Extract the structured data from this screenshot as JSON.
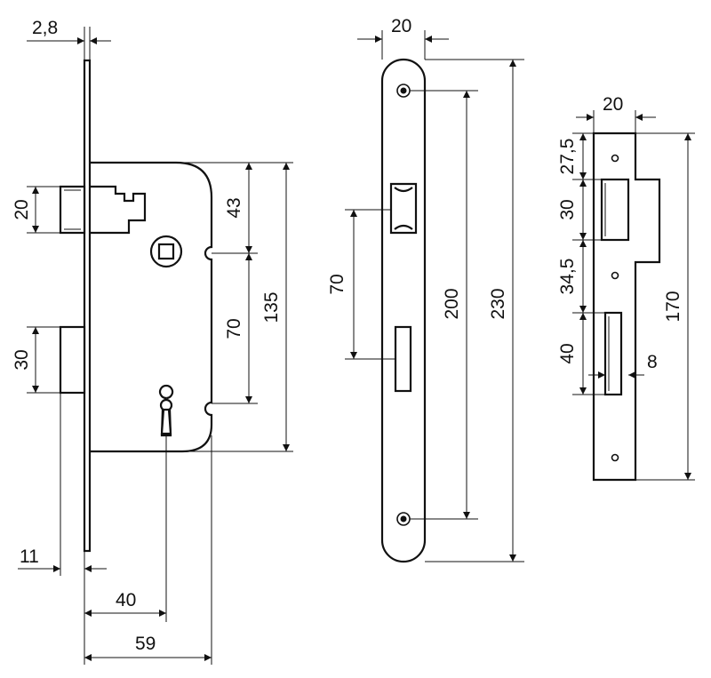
{
  "drawing": {
    "lock_body": {
      "labels": {
        "faceplate_thickness": "2,8",
        "latch_height": "20",
        "handle_to_top": "43",
        "handle_to_keyhole": "70",
        "body_height": "135",
        "bolt_height": "30",
        "faceplate_offset": "11",
        "backset_key": "40",
        "body_depth": "59"
      }
    },
    "faceplate": {
      "labels": {
        "width": "20",
        "latch_to_bolt": "70",
        "screw_spacing": "200",
        "total_length": "230"
      }
    },
    "strike_plate": {
      "labels": {
        "width": "20",
        "top_offset": "27,5",
        "latch_opening": "30",
        "gap": "34,5",
        "bolt_opening": "40",
        "lip": "8",
        "total_length": "170"
      }
    }
  }
}
